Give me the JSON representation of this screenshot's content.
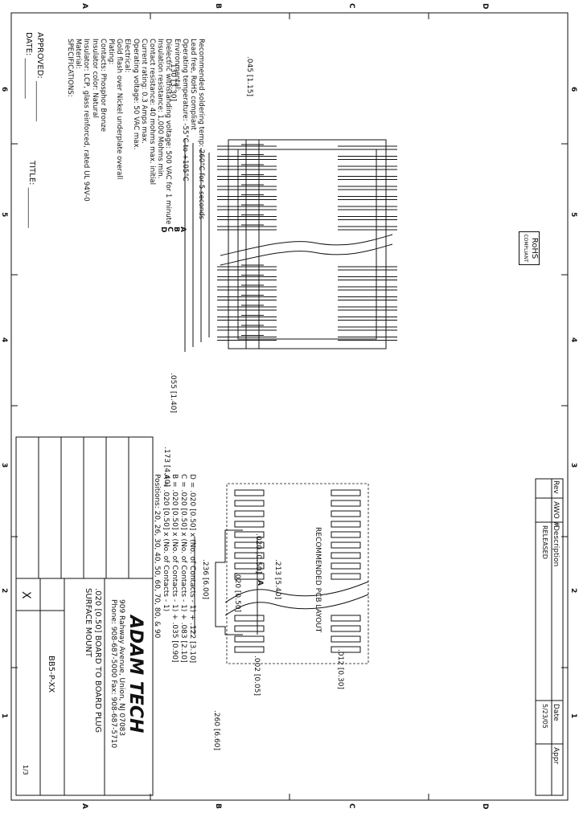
{
  "drawing": {
    "company": "ADAM TECH",
    "address": "909 Rahway Avenue, Union, NJ 07083",
    "phone_fax": "Phone: 908-687-5000 Fax: 908-687-5710",
    "title_line1": ".020 [0.50] BOARD TO BOARD PLUG",
    "title_line2": "SURFACE MOUNT",
    "part_number": "BB5-P-XX",
    "x_mark": "X",
    "sheet_label": "1/3"
  },
  "revision_block": {
    "headers": [
      "Rev",
      "AWO #",
      "Description",
      "Date",
      "Appr"
    ],
    "row": [
      "",
      "",
      "RELEASED",
      "5/23/05",
      ""
    ]
  },
  "approval": {
    "approved": "APPROVED: __________",
    "date": "DATE: __________",
    "title": "TITLE: __________"
  },
  "zones": {
    "numbers": [
      "6",
      "5",
      "4",
      "3",
      "2",
      "1"
    ],
    "letters": [
      "A",
      "B",
      "C",
      "D"
    ]
  },
  "specifications": [
    "SPECIFICATIONS:",
    "Material:",
    "Insulator: LCP, glass reinforced, rated UL 94V-0",
    "Insulator color: Natural",
    "Contacts: Phosphor Bronze",
    "Plating:",
    "Gold flash over Nickel underplate overall",
    "Electrical:",
    "Operating voltage: 50 VAC max.",
    "Current rating: 0.3 Amps max.",
    "Contact resistance: 40 mohms max. initial",
    "Insulation resistance: 1,000 Mohms min.",
    "Dielectric withstanding voltage: 500 VAC for 1 minute",
    "Environmental:",
    "Operating temperature: -55°C to +105°C",
    "Lead free, RoHS compliant",
    "Recommended soldering temp: 260°C for 5 seconds"
  ],
  "rohs": {
    "line1": "RoHS",
    "line2": "COMPLIANT"
  },
  "positions": [
    "Positions: 20, 26, 30, 40, 50, 60, 70, 80, & 90",
    "A = .020 [0.50] x (No. of Contacts - 1)",
    "B = .020 [0.50] x (No. of Contacts - 1) + .035 [0.90]",
    "C = .020 [0.50] x (No. of Contacts - 1) + .083 [2.10]",
    "D = .020 [0.50] x (No. of Contacts - 1) + .122 [3.10]"
  ],
  "dimensions": {
    "side_width": ".045 [1.15]",
    "top_offset": ".130 [3.30]",
    "pitch_bottom": ".055 [1.40]",
    "pcb_title": "RECOMMENDED PCB LAYOUT",
    "pcb_inner": ".173 [4.40]",
    "pcb_pitch": ".020 [0.50]",
    "pcb_pad": ".012 [0.30]",
    "pcb_outer": ".260 [6.60]",
    "height_1": ".213 [5.40]",
    "height_2": ".236 [6.00]",
    "height_pitch": ".020 [0.50]",
    "coplanar": ".002 [0.05]",
    "label_a": "A",
    "label_b": "B",
    "label_c": "C",
    "label_d": "D"
  }
}
